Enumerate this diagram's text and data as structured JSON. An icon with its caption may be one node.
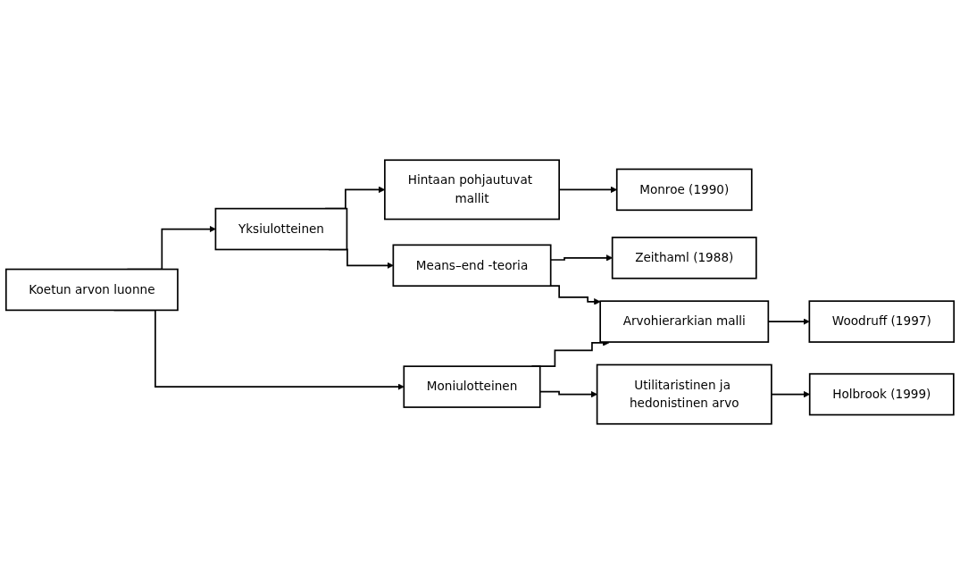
{
  "diagram": {
    "nodes": [
      {
        "text": [
          "Koetun arvon luonne"
        ]
      },
      {
        "text": [
          "Yksiulotteinen"
        ]
      },
      {
        "text": [
          "Moniulotteinen"
        ]
      },
      {
        "text": [
          "Hintaan pohjautuvat mallit"
        ]
      },
      {
        "text": [
          "Means–end -teoria"
        ]
      },
      {
        "text": [
          "Arvohierarkian malli"
        ]
      },
      {
        "text": [
          "Utilitaristinen ja hedonistinen arvo"
        ]
      },
      {
        "text": [
          "Monroe (1990)"
        ]
      },
      {
        "text": [
          "Zeithaml (1988)"
        ]
      },
      {
        "text": [
          "Woodruff (1997)"
        ]
      },
      {
        "text": [
          "Holbrook (1999)"
        ]
      }
    ],
    "edges": [
      {
        "from": 0,
        "to": 1,
        "arrow": "to"
      },
      {
        "from": 0,
        "to": 2,
        "arrow": "to"
      },
      {
        "from": 1,
        "to": 3,
        "arrow": "to"
      },
      {
        "from": 1,
        "to": 4,
        "arrow": "to"
      },
      {
        "from": 3,
        "to": 7,
        "arrow": "to"
      },
      {
        "from": 4,
        "to": 8,
        "arrow": "to"
      },
      {
        "from": 4,
        "to": 5,
        "arrow": "to"
      },
      {
        "from": 2,
        "to": 5,
        "arrow": "to"
      },
      {
        "from": 2,
        "to": 6,
        "arrow": "to"
      },
      {
        "from": 5,
        "to": 9,
        "arrow": "to"
      },
      {
        "from": 6,
        "to": 10,
        "arrow": "to"
      }
    ]
  }
}
